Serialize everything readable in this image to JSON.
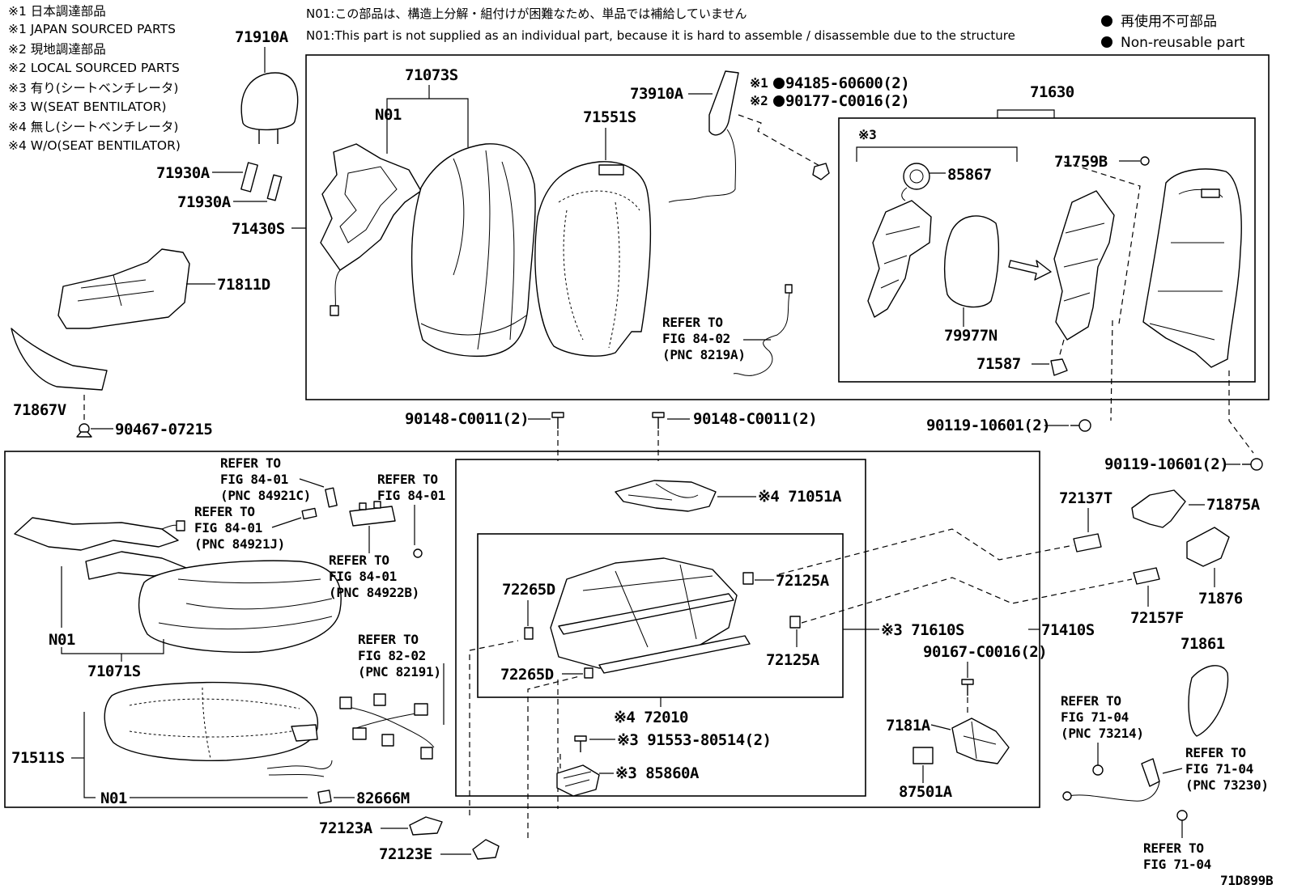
{
  "notes": [
    "※1 日本調達部品",
    "※1 JAPAN SOURCED PARTS",
    "※2 現地調達部品",
    "※2 LOCAL SOURCED PARTS",
    "※3 有り(シートベンチレータ)",
    "※3 W(SEAT BENTILATOR)",
    "※4 無し(シートベンチレータ)",
    "※4 W/O(SEAT BENTILATOR)"
  ],
  "header": {
    "n01_jp": "N01:この部品は、構造上分解・組付けが困難なため、単品では補給していません",
    "n01_en": "N01:This part is not supplied as an individual part, because it is hard to assemble / disassemble due to the structure"
  },
  "legend": {
    "jp": "再使用不可部品",
    "en": "Non-reusable part"
  },
  "diagram_id": "71D899B",
  "labels": {
    "p71910A": "71910A",
    "p71930A_1": "71930A",
    "p71930A_2": "71930A",
    "p71430S": "71430S",
    "p71811D": "71811D",
    "p71867V": "71867V",
    "p90467": "90467-07215",
    "p71073S": "71073S",
    "n01_a": "N01",
    "p71551S": "71551S",
    "p73910A": "73910A",
    "m1": "※1",
    "m2": "※2",
    "p94185": "94185-60600(2)",
    "p90177": "90177-C0016(2)",
    "p71630": "71630",
    "m3a": "※3",
    "p85867": "85867",
    "p71759B": "71759B",
    "p79977N": "79977N",
    "p71587": "71587",
    "p90148_1": "90148-C0011(2)",
    "p90148_2": "90148-C0011(2)",
    "p90119_1": "90119-10601(2)",
    "p90119_2": "90119-10601(2)",
    "p71051A": "※4 71051A",
    "p72265D_1": "72265D",
    "p72265D_2": "72265D",
    "p72125A_1": "72125A",
    "p72125A_2": "72125A",
    "p71610S": "※3 71610S",
    "p72010": "※4 72010",
    "p91553": "※3 91553-80514(2)",
    "p85860A": "※3 85860A",
    "p72137T": "72137T",
    "p71875A": "71875A",
    "p71876": "71876",
    "p72157F": "72157F",
    "p71410S": "71410S",
    "p71861": "71861",
    "p90167": "90167-C0016(2)",
    "p7181A": "7181A",
    "p87501A": "87501A",
    "n01_b": "N01",
    "p71071S": "71071S",
    "p71511S": "71511S",
    "n01_c": "N01",
    "p82666M": "82666M",
    "p72123A": "72123A",
    "p72123E": "72123E"
  },
  "refs": {
    "r1": [
      "REFER TO",
      "FIG 84-02",
      "(PNC 8219A)"
    ],
    "r2": [
      "REFER TO",
      "FIG 84-01",
      "(PNC 84921C)"
    ],
    "r3": [
      "REFER TO",
      "FIG 84-01"
    ],
    "r4": [
      "REFER TO",
      "FIG 84-01",
      "(PNC 84921J)"
    ],
    "r5": [
      "REFER TO",
      "FIG 84-01",
      "(PNC 84922B)"
    ],
    "r6": [
      "REFER TO",
      "FIG 82-02",
      "(PNC 82191)"
    ],
    "r7": [
      "REFER TO",
      "FIG 71-04",
      "(PNC 73214)"
    ],
    "r8": [
      "REFER TO",
      "FIG 71-04",
      "(PNC 73230)"
    ],
    "r9": [
      "REFER TO",
      "FIG 71-04"
    ]
  }
}
